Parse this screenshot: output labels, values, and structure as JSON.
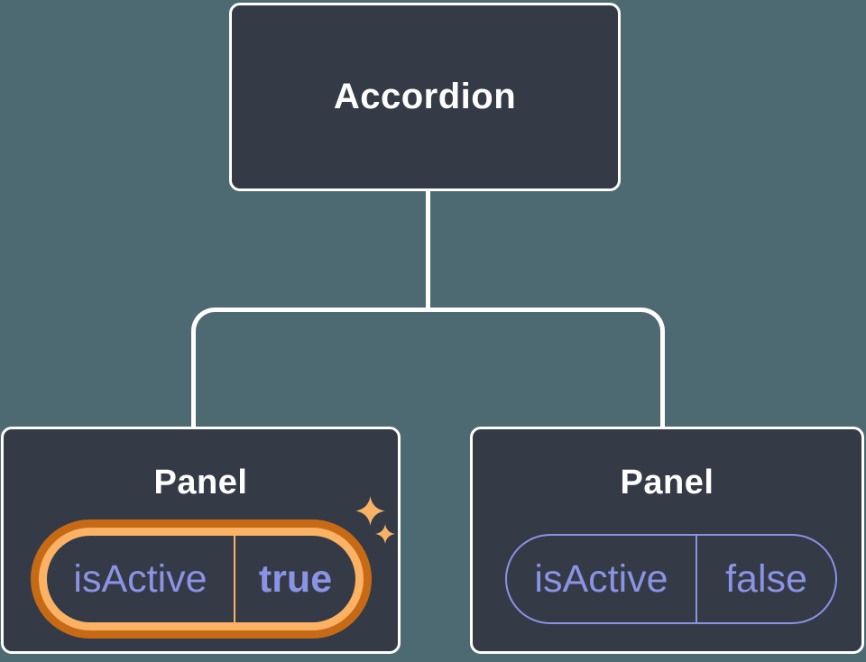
{
  "tree": {
    "root": {
      "label": "Accordion"
    },
    "children": [
      {
        "label": "Panel",
        "state": {
          "name": "isActive",
          "value": "true"
        },
        "highlighted": true
      },
      {
        "label": "Panel",
        "state": {
          "name": "isActive",
          "value": "false"
        },
        "highlighted": false
      }
    ]
  },
  "icons": {
    "sparkle": "four-point-star"
  },
  "colors": {
    "background": "#4D6972",
    "node_fill": "#343A46",
    "node_border": "#FFFFFF",
    "connector": "#FFFFFF",
    "state_text": "#8B93E5",
    "highlight_outer": "#C76A15",
    "highlight_inner": "#FBB264",
    "sparkle": "#F8B266"
  }
}
